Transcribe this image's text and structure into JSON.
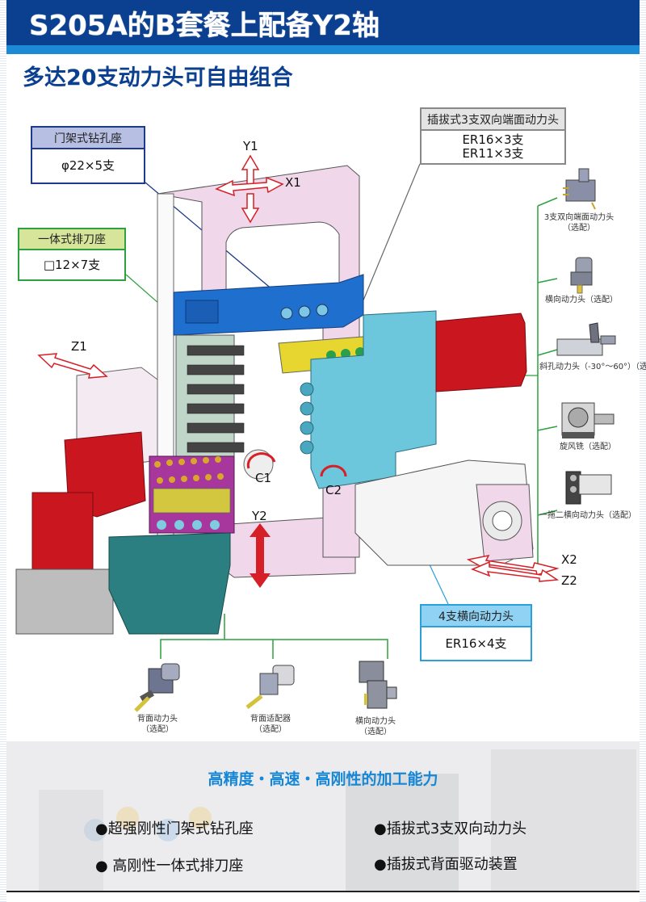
{
  "header": {
    "title": "S205A的B套餐上配备Y2轴",
    "subtitle": "多达20支动力头可自由组合"
  },
  "callouts": {
    "gantry_drill": {
      "title": "门架式钻孔座",
      "lines": [
        "φ22×5支"
      ]
    },
    "gang_tool": {
      "title": "一体式排刀座",
      "lines": [
        "□12×7支"
      ]
    },
    "plug_in_3": {
      "title": "插拔式3支双向端面动力头",
      "lines": [
        "ER16×3支",
        "ER11×3支"
      ]
    },
    "lateral_4": {
      "title": "4支横向动力头",
      "lines": [
        "ER16×4支"
      ]
    }
  },
  "axes": {
    "y1": "Y1",
    "x1": "X1",
    "z1": "Z1",
    "c1": "C1",
    "c2": "C2",
    "y2": "Y2",
    "x2": "X2",
    "z2": "Z2"
  },
  "right_options": [
    {
      "name": "3支双向端面动力头",
      "note": "（选配）"
    },
    {
      "name": "横向动力头（选配）",
      "note": ""
    },
    {
      "name": "斜孔动力头（-30°～60°）（选",
      "note": ""
    },
    {
      "name": "旋风铣（选配）",
      "note": ""
    },
    {
      "name": "一拖二横向动力头（选配）",
      "note": ""
    }
  ],
  "bottom_options": [
    {
      "name": "背面动力头",
      "note": "（选配）"
    },
    {
      "name": "背面适配器",
      "note": "（选配）"
    },
    {
      "name": "横向动力头",
      "note": "（选配）"
    }
  ],
  "features": {
    "heading": "高精度・高速・高刚性的加工能力",
    "items": [
      "●超强刚性门架式钻孔座",
      "● 高刚性一体式排刀座",
      "●插拔式3支双向动力头",
      "●插拔式背面驱动装置"
    ]
  },
  "colors": {
    "header_navy": "#0b3f8f",
    "header_blue": "#1c8ad4",
    "feature_heading": "#1587d6",
    "axis_arrow_red": "#d61f26",
    "leader_green": "#2ca13f",
    "leader_navy": "#1d3a8c",
    "leader_cyan": "#2a9fd8"
  }
}
